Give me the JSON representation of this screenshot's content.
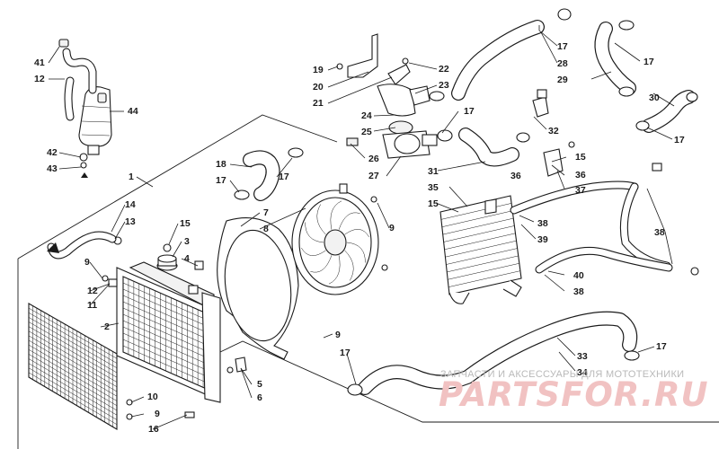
{
  "diagram": {
    "callouts": [
      {
        "id": "c41",
        "text": "41"
      },
      {
        "id": "c12a",
        "text": "12"
      },
      {
        "id": "c44",
        "text": "44"
      },
      {
        "id": "c42",
        "text": "42"
      },
      {
        "id": "c43",
        "text": "43"
      },
      {
        "id": "c1",
        "text": "1"
      },
      {
        "id": "c14",
        "text": "14"
      },
      {
        "id": "c13",
        "text": "13"
      },
      {
        "id": "c15a",
        "text": "15"
      },
      {
        "id": "c3",
        "text": "3"
      },
      {
        "id": "c4",
        "text": "4"
      },
      {
        "id": "c9a",
        "text": "9"
      },
      {
        "id": "c12b",
        "text": "12"
      },
      {
        "id": "c11",
        "text": "11"
      },
      {
        "id": "c2",
        "text": "2"
      },
      {
        "id": "c10",
        "text": "10"
      },
      {
        "id": "c9b",
        "text": "9"
      },
      {
        "id": "c16",
        "text": "16"
      },
      {
        "id": "c5",
        "text": "5"
      },
      {
        "id": "c6",
        "text": "6"
      },
      {
        "id": "c9c",
        "text": "9"
      },
      {
        "id": "c17a",
        "text": "17"
      },
      {
        "id": "c18",
        "text": "18"
      },
      {
        "id": "c17b",
        "text": "17"
      },
      {
        "id": "c17c",
        "text": "17"
      },
      {
        "id": "c7",
        "text": "7"
      },
      {
        "id": "c8",
        "text": "8"
      },
      {
        "id": "c9d",
        "text": "9"
      },
      {
        "id": "c19",
        "text": "19"
      },
      {
        "id": "c20",
        "text": "20"
      },
      {
        "id": "c21",
        "text": "21"
      },
      {
        "id": "c22",
        "text": "22"
      },
      {
        "id": "c23",
        "text": "23"
      },
      {
        "id": "c24",
        "text": "24"
      },
      {
        "id": "c25",
        "text": "25"
      },
      {
        "id": "c26",
        "text": "26"
      },
      {
        "id": "c27",
        "text": "27"
      },
      {
        "id": "c17d",
        "text": "17"
      },
      {
        "id": "c28",
        "text": "28"
      },
      {
        "id": "c17e",
        "text": "17"
      },
      {
        "id": "c29",
        "text": "29"
      },
      {
        "id": "c17f",
        "text": "17"
      },
      {
        "id": "c30",
        "text": "30"
      },
      {
        "id": "c17g",
        "text": "17"
      },
      {
        "id": "c32",
        "text": "32"
      },
      {
        "id": "c31",
        "text": "31"
      },
      {
        "id": "c15b",
        "text": "15"
      },
      {
        "id": "c36a",
        "text": "36"
      },
      {
        "id": "c36b",
        "text": "36"
      },
      {
        "id": "c37",
        "text": "37"
      },
      {
        "id": "c35",
        "text": "35"
      },
      {
        "id": "c15c",
        "text": "15"
      },
      {
        "id": "c38a",
        "text": "38"
      },
      {
        "id": "c39",
        "text": "39"
      },
      {
        "id": "c38b",
        "text": "38"
      },
      {
        "id": "c40",
        "text": "40"
      },
      {
        "id": "c38c",
        "text": "38"
      },
      {
        "id": "c33",
        "text": "33"
      },
      {
        "id": "c34",
        "text": "34"
      },
      {
        "id": "c17h",
        "text": "17"
      }
    ]
  },
  "watermark": {
    "caption": "ЗАПЧАСТИ И АКСЕССУАРЫ ДЛЯ МОТОТЕХНИКИ",
    "brand": "PARTSFOR.RU"
  }
}
